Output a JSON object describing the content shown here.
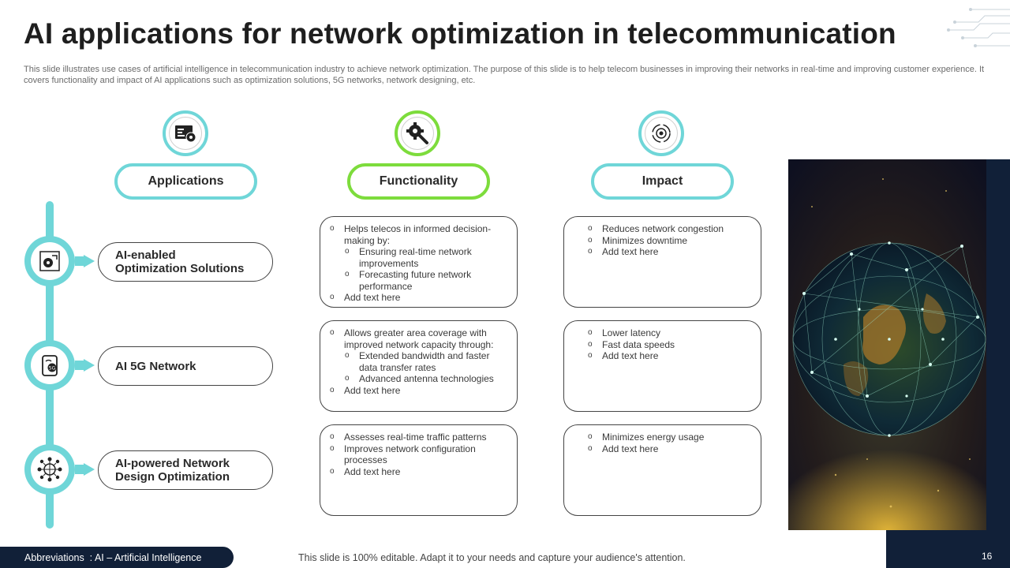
{
  "title": "AI applications for network optimization in telecommunication",
  "subtitle": "This slide illustrates use cases of artificial intelligence in telecommunication industry to achieve network optimization. The purpose of this slide is to help telecom businesses in improving their networks in real-time and improving customer experience. It covers functionality and impact of AI applications such as optimization solutions, 5G networks, network designing, etc.",
  "columns": [
    {
      "label": "Applications",
      "icon": "dashboard-gear-icon"
    },
    {
      "label": "Functionality",
      "icon": "gear-wrench-icon"
    },
    {
      "label": "Impact",
      "icon": "target-cycle-icon"
    }
  ],
  "rows": [
    {
      "application": "AI-enabled\nOptimization Solutions",
      "icon": "gear-chart-icon",
      "functionality": [
        {
          "text": "Helps telecos in informed decision-making by:",
          "sub": [
            "Ensuring real-time network improvements",
            "Forecasting future network performance"
          ]
        },
        {
          "text": "Add text here",
          "sub": []
        }
      ],
      "impact": [
        "Reduces network congestion",
        "Minimizes downtime",
        "Add text here"
      ]
    },
    {
      "application": "AI 5G Network",
      "icon": "5g-phone-icon",
      "functionality": [
        {
          "text": "Allows greater area coverage with improved network capacity through:",
          "sub": [
            "Extended bandwidth and faster data transfer rates",
            "Advanced antenna technologies"
          ]
        },
        {
          "text": "Add text here",
          "sub": []
        }
      ],
      "impact": [
        "Lower latency",
        "Fast data speeds",
        "Add text here"
      ]
    },
    {
      "application": "AI-powered Network\nDesign Optimization",
      "icon": "network-globe-icon",
      "functionality": [
        {
          "text": "Assesses real-time traffic patterns",
          "sub": []
        },
        {
          "text": "Improves network configuration processes",
          "sub": []
        },
        {
          "text": "Add text here",
          "sub": []
        }
      ],
      "impact": [
        "Minimizes energy usage",
        "Add text here"
      ]
    }
  ],
  "footer": {
    "abbreviation": "Abbreviations  : AI – Artificial Intelligence",
    "note": "This slide is 100% editable. Adapt it to your needs and capture your audience's attention.",
    "page_number": "16"
  },
  "colors": {
    "teal": "#6fd6d8",
    "green": "#7ddc3c",
    "navy": "#112038"
  }
}
